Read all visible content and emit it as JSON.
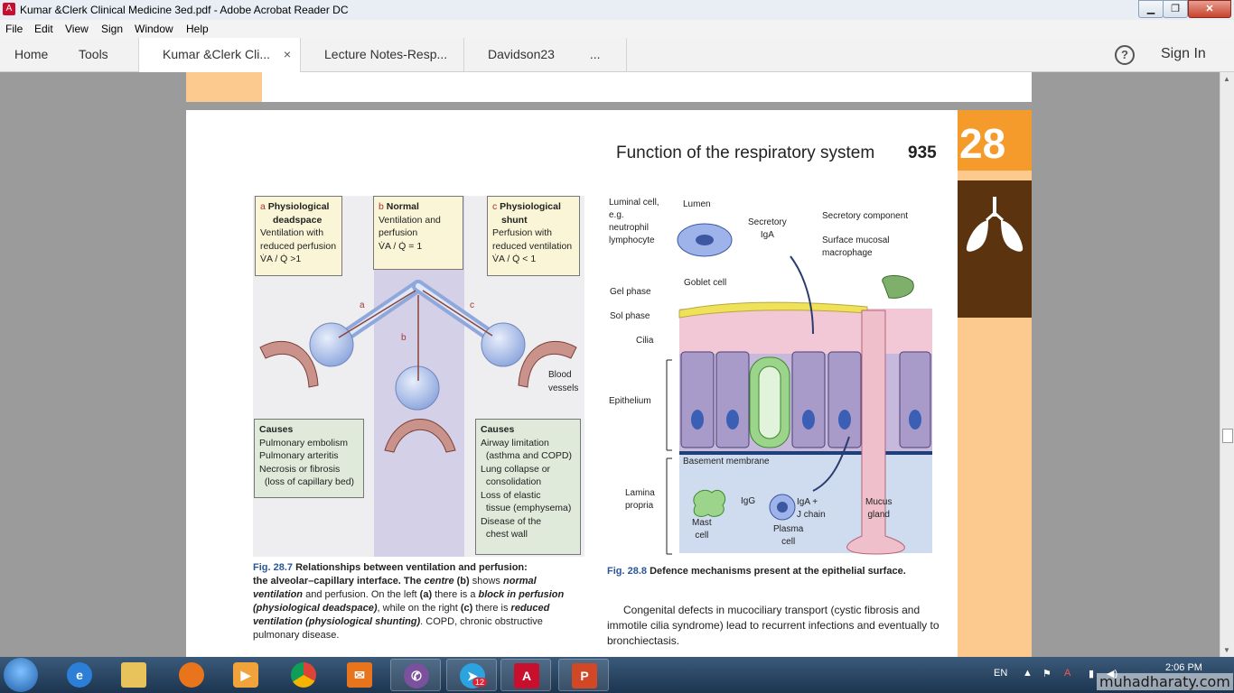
{
  "window": {
    "title": "Kumar  &Clerk  Clinical Medicine 3ed.pdf - Adobe Acrobat Reader DC",
    "app_icon": "acrobat-icon"
  },
  "menu": [
    "File",
    "Edit",
    "View",
    "Sign",
    "Window",
    "Help"
  ],
  "tabs": {
    "home": "Home",
    "tools": "Tools",
    "docs": [
      {
        "label": "Kumar  &Clerk  Cli...",
        "active": true
      },
      {
        "label": "Lecture Notes-Resp...",
        "active": false
      },
      {
        "label": "Davidson23          ...",
        "active": false
      }
    ],
    "close_glyph": "×"
  },
  "header_right": {
    "help_glyph": "?",
    "sign_in": "Sign In"
  },
  "page": {
    "running_head": "Function of the respiratory system",
    "page_number": "935",
    "chapter_number": "28",
    "chapter_icon": "lungs-icon"
  },
  "fig_28_7": {
    "box_a": {
      "letter": "a",
      "title1": "Physiological",
      "title2": "deadspace",
      "line1": "Ventilation with",
      "line2": "reduced perfusion",
      "ratio": "V̇A / Q̇ >1"
    },
    "box_b": {
      "letter": "b",
      "title": "Normal",
      "line1": "Ventilation and",
      "line2": "perfusion",
      "ratio": "V̇A / Q̇ = 1"
    },
    "box_c": {
      "letter": "c",
      "title1": "Physiological",
      "title2": "shunt",
      "line1": "Perfusion with",
      "line2": "reduced ventilation",
      "ratio": "V̇A / Q̇ < 1"
    },
    "arrow_labels": {
      "a": "a",
      "b": "b",
      "c": "c"
    },
    "blood_vessels": [
      "Blood",
      "vessels"
    ],
    "causes_left": {
      "title": "Causes",
      "items": [
        "Pulmonary embolism",
        "Pulmonary arteritis",
        "Necrosis or fibrosis",
        "  (loss of capillary bed)"
      ]
    },
    "causes_right": {
      "title": "Causes",
      "items": [
        "Airway limitation",
        "  (asthma and COPD)",
        "Lung collapse or",
        "  consolidation",
        "Loss of elastic",
        "  tissue (emphysema)",
        "Disease of the",
        "  chest wall"
      ]
    },
    "caption": {
      "fig": "Fig. 28.7",
      "line1": "Relationships between ventilation and perfusion:",
      "line2": "the alveolar–capillary interface.  The",
      "centre": "centre",
      "b": "(b)",
      "shows": "shows",
      "normal_vent": "normal",
      "ventilation": "ventilation",
      "and_perf": "and perfusion. On the left",
      "a": "(a)",
      "there_is_a": "there is a",
      "block": "block in perfusion",
      "phys_dead": "(physiological deadspace)",
      "while": ", while on the right",
      "c": "(c)",
      "there_is": "there is",
      "reduced": "reduced",
      "red_vent": "ventilation (physiological shunting)",
      "copd": ". COPD, chronic obstructive",
      "pulm": "pulmonary disease."
    }
  },
  "fig_28_8": {
    "labels": {
      "luminal": [
        "Luminal cell,",
        "e.g.",
        "neutrophil",
        "lymphocyte"
      ],
      "lumen": "Lumen",
      "secretory_iga": [
        "Secretory",
        "IgA"
      ],
      "secretory_component": "Secretory component",
      "surface_macrophage": [
        "Surface mucosal",
        "macrophage"
      ],
      "goblet": "Goblet cell",
      "gel": "Gel phase",
      "sol": "Sol phase",
      "cilia": "Cilia",
      "epithelium": "Epithelium",
      "basement": "Basement membrane",
      "lamina": [
        "Lamina",
        "propria"
      ],
      "mast": [
        "Mast",
        "cell"
      ],
      "igg": "IgG",
      "plasma": [
        "Plasma",
        "cell"
      ],
      "iga_j": [
        "IgA +",
        "J chain"
      ],
      "mucus": [
        "Mucus",
        "gland"
      ]
    },
    "caption": {
      "fig": "Fig. 28.8",
      "text": "Defence mechanisms present at the epithelial surface."
    }
  },
  "body_text": "Congenital defects in mucociliary transport (cystic fibrosis and immotile cilia syndrome) lead to recurrent infections and eventually to bronchiectasis.",
  "taskbar": {
    "apps": [
      "internet-explorer-icon",
      "file-explorer-icon",
      "firefox-icon",
      "media-player-icon",
      "chrome-icon",
      "mail-icon",
      "viber-icon",
      "telegram-icon",
      "acrobat-icon",
      "powerpoint-icon"
    ],
    "telegram_badge": "12",
    "lang": "EN",
    "time": "2:06 PM",
    "watermark": "muhadharaty.com"
  }
}
